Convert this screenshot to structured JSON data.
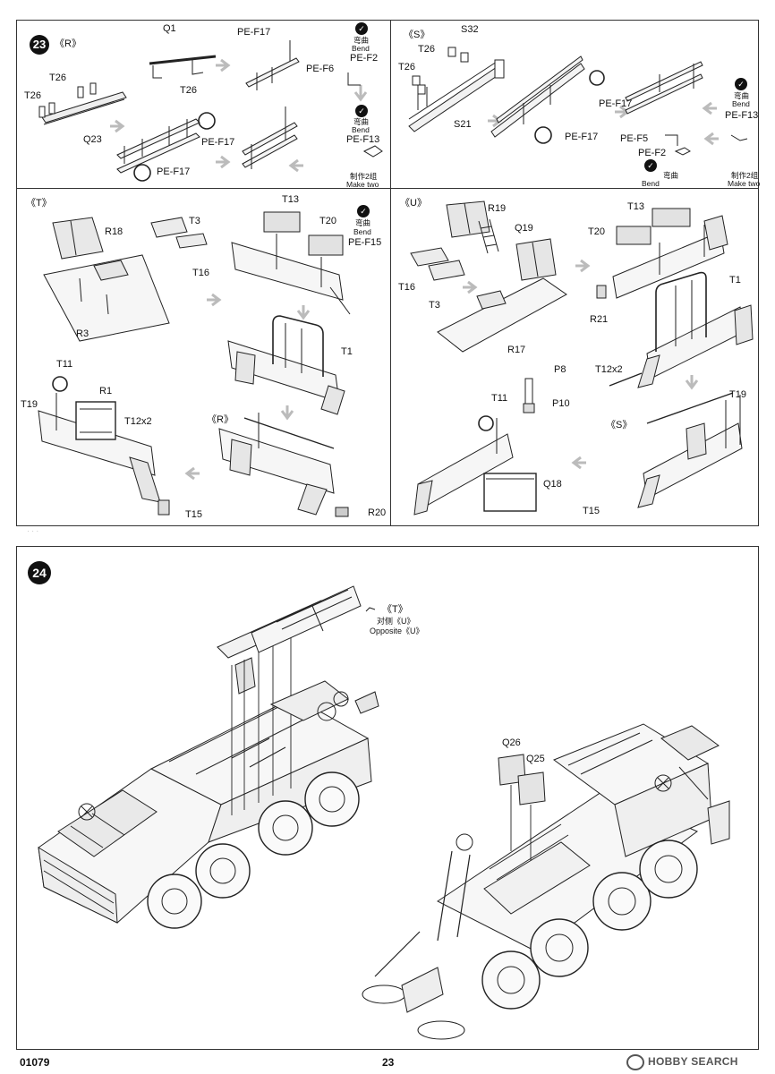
{
  "step23": {
    "number": "23",
    "r": {
      "title": "《R》",
      "labels": {
        "q1": "Q1",
        "pe_f17_top": "PE-F17",
        "t26_a": "T26",
        "t26_b": "T26",
        "t26_c": "T26",
        "q23": "Q23",
        "pe_f6": "PE-F6",
        "pe_f2": "PE-F2",
        "pe_f17_mid": "PE-F17",
        "pe_f17_low": "PE-F17",
        "pe_f13": "PE-F13"
      },
      "bend1": {
        "cn": "弯曲",
        "en": "Bend"
      },
      "bend2": {
        "cn": "弯曲",
        "en": "Bend"
      },
      "make_two": {
        "cn": "制作2组",
        "en": "Make two"
      }
    },
    "s": {
      "title": "《S》",
      "labels": {
        "s32": "S32",
        "t26_a": "T26",
        "t26_b": "T26",
        "s21": "S21",
        "pe_f17_a": "PE-F17",
        "pe_f17_b": "PE-F17",
        "pe_f13": "PE-F13",
        "pe_f5": "PE-F5",
        "pe_f2": "PE-F2"
      },
      "bend1": {
        "cn": "弯曲",
        "en": "Bend"
      },
      "bend2": {
        "cn": "弯曲",
        "en": "Bend"
      },
      "make_two": {
        "cn": "制作2组",
        "en": "Make two"
      }
    },
    "t": {
      "title": "《T》",
      "labels": {
        "r18": "R18",
        "t3": "T3",
        "t16": "T16",
        "r3": "R3",
        "t13": "T13",
        "t20": "T20",
        "pe_f15": "PE-F15",
        "t1": "T1",
        "t11": "T11",
        "t19": "T19",
        "r1": "R1",
        "t12x2": "T12x2",
        "t15": "T15",
        "r_ref": "《R》",
        "r20": "R20"
      },
      "bend": {
        "cn": "弯曲",
        "en": "Bend"
      }
    },
    "u": {
      "title": "《U》",
      "labels": {
        "r19": "R19",
        "q19": "Q19",
        "t16": "T16",
        "t3": "T3",
        "r17": "R17",
        "t13": "T13",
        "t20": "T20",
        "t1": "T1",
        "r21": "R21",
        "p8": "P8",
        "p10": "P10",
        "t11": "T11",
        "t12x2": "T12x2",
        "t19": "T19",
        "s_ref": "《S》",
        "q18": "Q18",
        "t15": "T15"
      }
    }
  },
  "step24": {
    "number": "24",
    "t_ref": "《T》",
    "opposite_cn": "对侧《U》",
    "opposite_en": "Opposite《U》",
    "q26": "Q26",
    "q25": "Q25"
  },
  "footer": {
    "code": "01079",
    "page": "23",
    "watermark": "HOBBY SEARCH"
  }
}
